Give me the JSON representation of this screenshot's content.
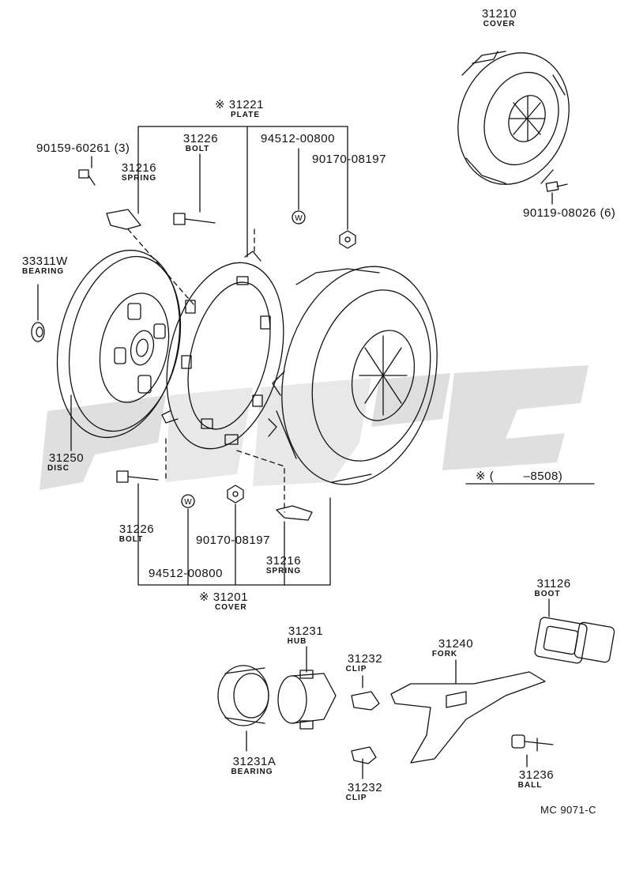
{
  "title": "",
  "parts": {
    "cover_31210": {
      "num": "31210",
      "name": "COVER"
    },
    "plate_31221": {
      "mark": "※",
      "num": "31221",
      "name": "PLATE"
    },
    "bolt_90159": {
      "num": "90159-60261 (3)"
    },
    "bolt_31226_top": {
      "num": "31226",
      "name": "BOLT"
    },
    "washer_94512_top": {
      "num": "94512-00800"
    },
    "nut_90170_top": {
      "num": "90170-08197"
    },
    "spring_31216_top": {
      "num": "31216",
      "name": "SPRING"
    },
    "bolt_90119": {
      "num": "90119-08026 (6)"
    },
    "bearing_33311W": {
      "num": "33311W",
      "name": "BEARING"
    },
    "disc_31250": {
      "num": "31250",
      "name": "DISC"
    },
    "note": {
      "text": "※ (        –8508)"
    },
    "bolt_31226_bottom": {
      "num": "31226",
      "name": "BOLT"
    },
    "nut_90170_bottom": {
      "num": "90170-08197"
    },
    "washer_94512_bottom": {
      "num": "94512-00800"
    },
    "spring_31216_bottom": {
      "num": "31216",
      "name": "SPRING"
    },
    "cover_31201": {
      "mark": "※",
      "num": "31201",
      "name": "COVER"
    },
    "boot_31126": {
      "num": "31126",
      "name": "BOOT"
    },
    "hub_31231": {
      "num": "31231",
      "name": "HUB"
    },
    "fork_31240": {
      "num": "31240",
      "name": "FORK"
    },
    "clip_31232_top": {
      "num": "31232",
      "name": "CLIP"
    },
    "bearing_31231A": {
      "num": "31231A",
      "name": "BEARING"
    },
    "clip_31232_bottom": {
      "num": "31232",
      "name": "CLIP"
    },
    "ball_31236": {
      "num": "31236",
      "name": "BALL"
    }
  },
  "washer_mark": "W",
  "figure_code": "MC 9071-C",
  "colors": {
    "ink": "#111111",
    "watermark": "#d9d9d9"
  }
}
